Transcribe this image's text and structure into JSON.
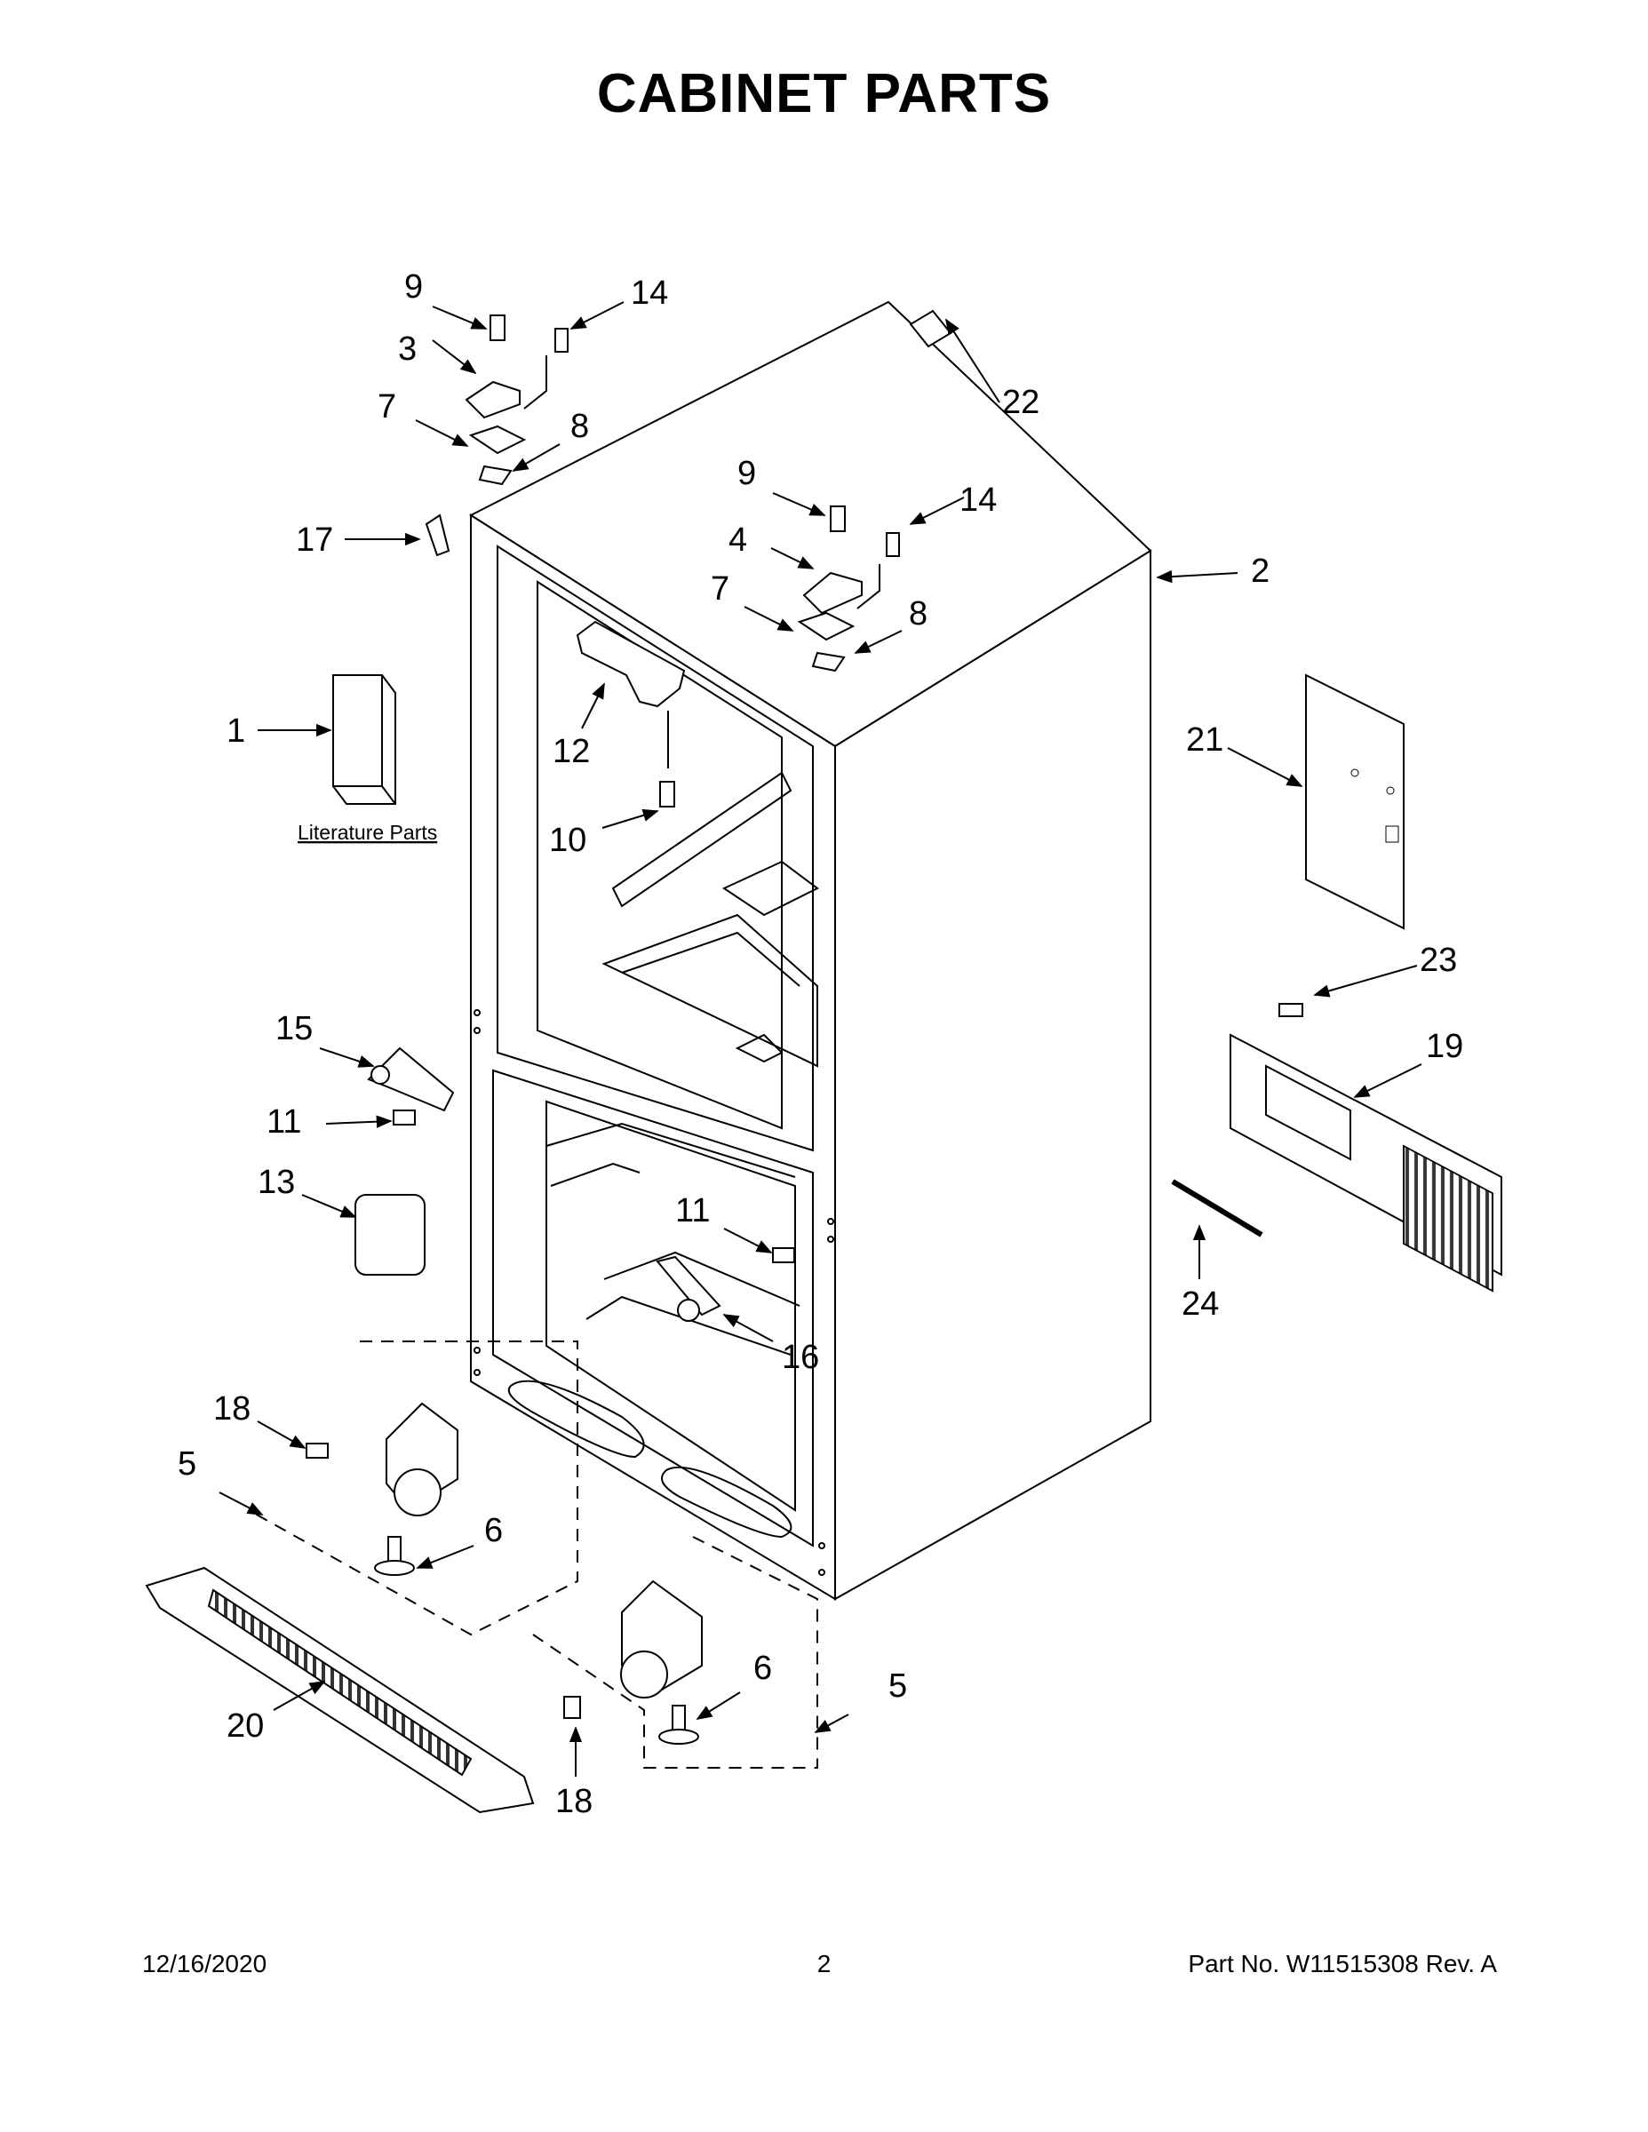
{
  "title": "CABINET PARTS",
  "literature_label": "Literature Parts",
  "callouts": [
    "1",
    "2",
    "3",
    "4",
    "5",
    "5",
    "6",
    "6",
    "7",
    "7",
    "8",
    "8",
    "9",
    "9",
    "10",
    "11",
    "11",
    "12",
    "13",
    "14",
    "14",
    "15",
    "16",
    "17",
    "18",
    "18",
    "19",
    "20",
    "21",
    "22",
    "23",
    "24"
  ],
  "footer": {
    "date": "12/16/2020",
    "page": "2",
    "part_no": "Part No.  W11515308  Rev.  A"
  }
}
